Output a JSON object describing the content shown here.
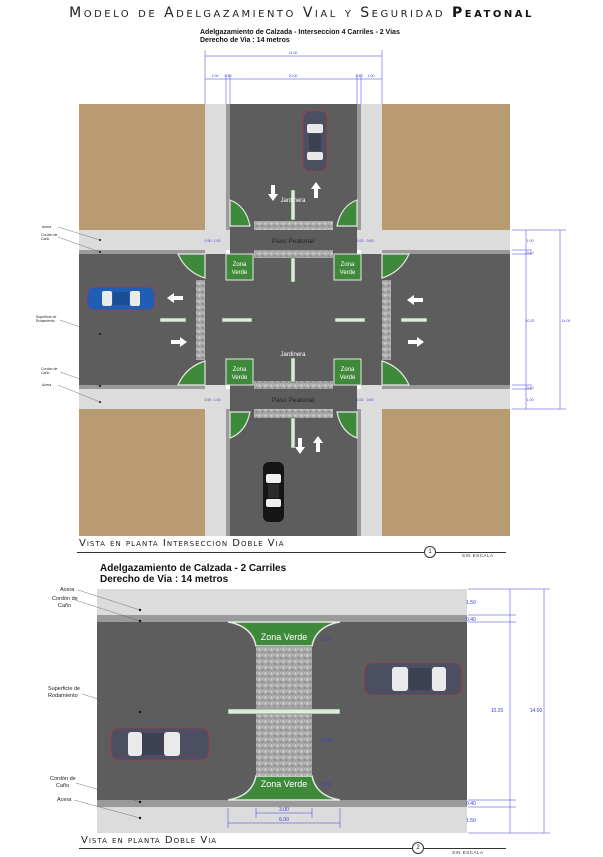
{
  "title_part1": "Modelo de Adelgazamiento Vial y Seguridad",
  "title_part2": "Peatonal",
  "plan1": {
    "heading_line1": "Adelgazamiento de Calzada - Interseccion 4 Carriles - 2 Vias",
    "heading_line2": "Derecho de Via : 14 metros",
    "caption": "Vista en planta Interseccion Doble Via",
    "number": "1",
    "scale": "SIN ESCALA",
    "labels": {
      "jardinera": "Jardinera",
      "paso_peatonal": "Paso Peatonal",
      "zona": "Zona",
      "verde": "Verde",
      "acera": "Acera",
      "cordon": "Cordón de",
      "cano": "Caño",
      "superficie": "Superficie de",
      "rodamiento": "Rodamiento"
    },
    "dims_top": [
      "14.00",
      "1.00",
      "0.40",
      "10.00",
      "0.40",
      "1.00"
    ],
    "dims_right": [
      "1.00",
      "0.40",
      "10.20",
      "14.00",
      "0.40",
      "1.00"
    ],
    "dims_inner": [
      "0.40",
      "1.00",
      "0.90"
    ]
  },
  "plan2": {
    "heading_line1": "Adelgazamiento de Calzada - 2 Carriles",
    "heading_line2": "Derecho de Via : 14 metros",
    "caption": "Vista en planta Doble Via",
    "number": "2",
    "scale": "SIN ESCALA",
    "labels": {
      "zona_verde": "Zona Verde",
      "acera": "Acera",
      "cordon": "Cordón de",
      "cano": "Caño",
      "superficie": "Superficie de",
      "rodamiento": "Rodamiento"
    },
    "dims_right": [
      "1.50",
      "0.40",
      "10.20",
      "14.00",
      "0.40",
      "1.50"
    ],
    "dims_bottom": [
      "3.00",
      "6.00"
    ],
    "dims_inner": [
      "1.00",
      "4.00"
    ]
  },
  "colors": {
    "road": "#5d5d5e",
    "sidewalk": "#dcdcdc",
    "curb": "#9a9a9a",
    "lot": "#b89b70",
    "green": "#3f8a3a",
    "cobble": "#a8a8a8",
    "car_blue": "#1f5eb3",
    "car_gray": "#4b4f61",
    "car_black": "#151515",
    "dim": "#3a3ad8"
  }
}
